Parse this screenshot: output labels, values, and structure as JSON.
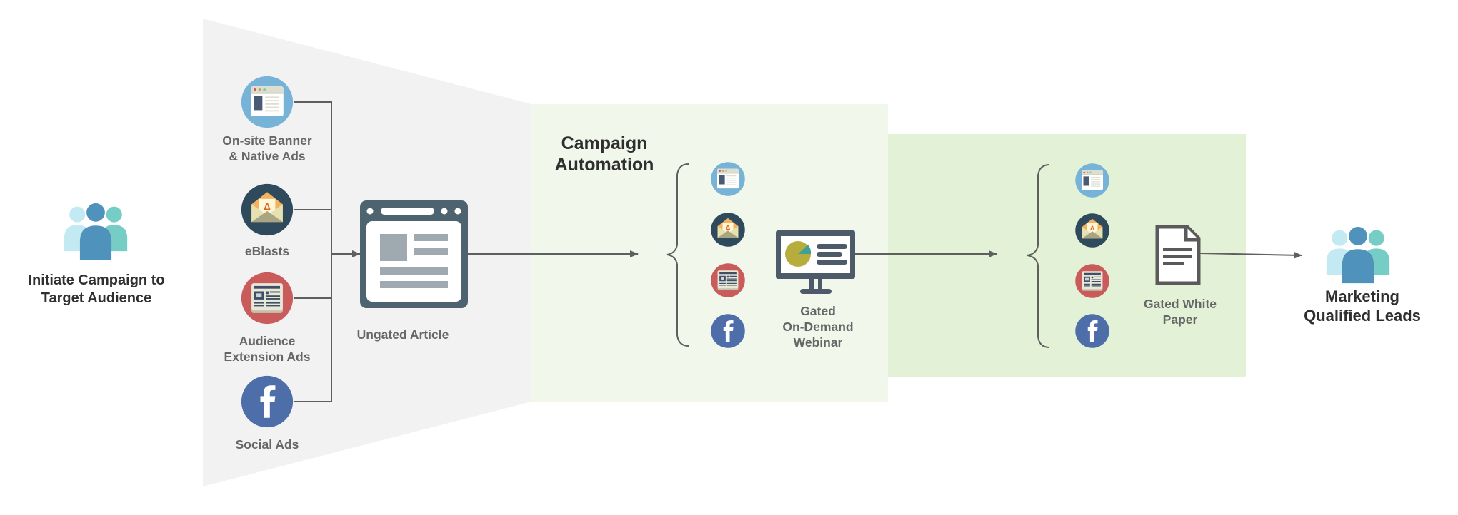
{
  "diagram": {
    "start": {
      "label_line1": "Initiate Campaign to",
      "label_line2": "Target Audience",
      "icon": "people-group-icon"
    },
    "channels": [
      {
        "id": "banner",
        "label_line1": "On-site Banner",
        "label_line2": "& Native Ads",
        "icon": "browser-window-icon",
        "color": "#76b3d6"
      },
      {
        "id": "eblasts",
        "label_line1": "eBlasts",
        "label_line2": "",
        "icon": "envelope-icon",
        "color": "#2f4a5c"
      },
      {
        "id": "audience",
        "label_line1": "Audience",
        "label_line2": "Extension Ads",
        "icon": "newspaper-icon",
        "color": "#c95b5b"
      },
      {
        "id": "social",
        "label_line1": "Social Ads",
        "label_line2": "",
        "icon": "facebook-icon",
        "color": "#4d6ea8"
      }
    ],
    "ungated_article": {
      "label": "Ungated Article",
      "icon": "article-window-icon"
    },
    "automation": {
      "title_line1": "Campaign",
      "title_line2": "Automation"
    },
    "webinar": {
      "label_line1": "Gated",
      "label_line2": "On-Demand",
      "label_line3": "Webinar",
      "icon": "monitor-chart-icon"
    },
    "white_paper": {
      "label_line1": "Gated White",
      "label_line2": "Paper",
      "icon": "document-icon"
    },
    "end": {
      "label_line1": "Marketing",
      "label_line2": "Qualified Leads",
      "icon": "people-group-icon"
    },
    "colors": {
      "funnel": "#f2f2f2",
      "stage1_bg": "#f1f7ea",
      "stage2_bg": "#e3f2d7",
      "connector": "#5f5f5f",
      "people_light": "#c3e9f2",
      "people_main": "#4f92bc",
      "people_teal": "#76cdc6"
    }
  }
}
